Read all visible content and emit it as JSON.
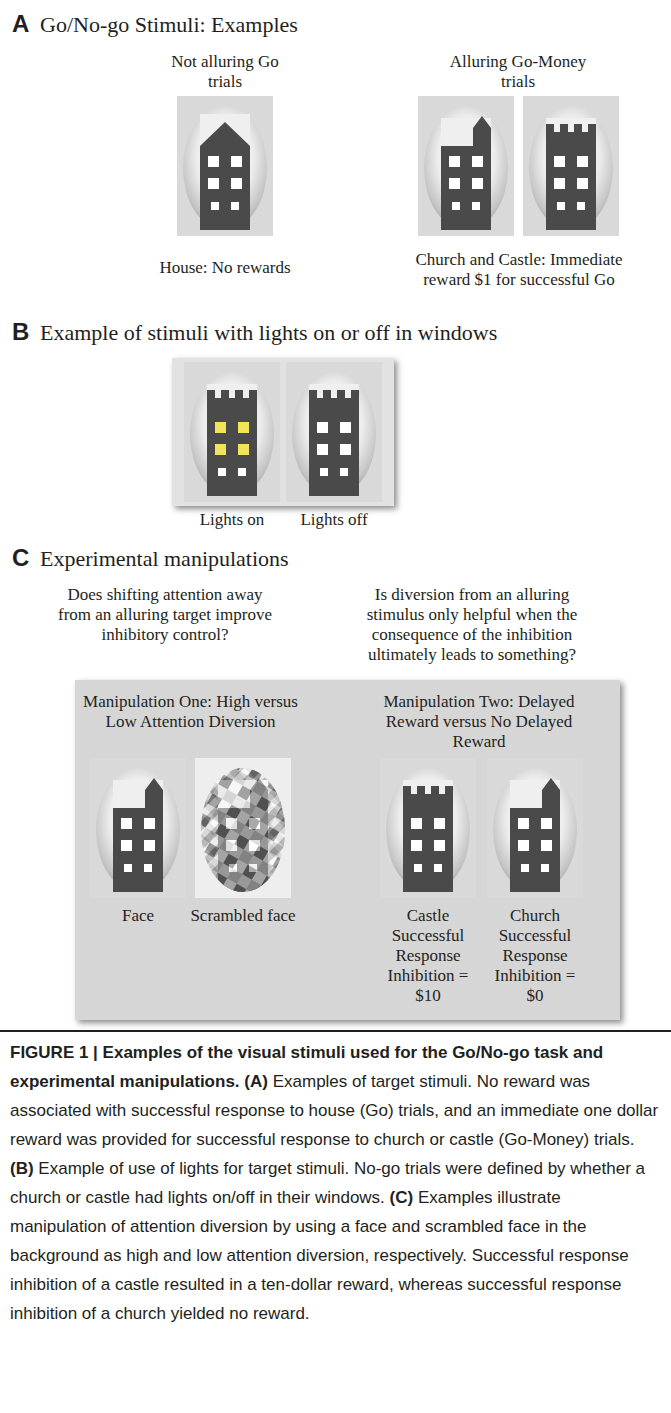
{
  "diagram": {
    "caption": "FIGURE 1 | Examples of the visual stimuli used for the Go/No-go task and experimental manipulations.",
    "nodes": [
      {
        "text": [
          "Manipulation One: High versus Low Attention Diversion",
          "Manipulation Two: Delayed Reward versus No Delayed Reward",
          "Face",
          "Scrambled face",
          "Castle Successful Response Inhibition = $10",
          "Church Successful Response Inhibition = $0"
        ]
      }
    ],
    "labels": [
      "A",
      "Go/No-go Stimuli: Examples",
      "Not alluring Go trials",
      "Alluring Go-Money trials",
      "House: No rewards",
      "Church and Castle: Immediate reward $1 for successful Go",
      "B",
      "Example of stimuli with lights on or off in windows",
      "Lights on",
      "Lights off",
      "C",
      "Experimental manipulations",
      "Does shifting attention away from an alluring target improve inhibitory control?",
      "Is diversion from an alluring stimulus only helpful when the consequence of the inhibition ultimately leads to something?",
      "(A)",
      "Examples of target stimuli. No reward was associated with successful response to house (Go) trials, and an immediate one dollar reward was provided for successful response to church or castle (Go-Money) trials.",
      "(B)",
      "Example of use of lights for target stimuli. No-go trials were defined by whether a church or castle had lights on/off in their windows.",
      "(C)",
      "Examples illustrate manipulation of attention diversion by using a face and scrambled face in the background as high and low attention diversion, respectively. Successful response inhibition of a castle resulted in a ten-dollar reward, whereas successful response inhibition of a church yielded no reward."
    ]
  }
}
